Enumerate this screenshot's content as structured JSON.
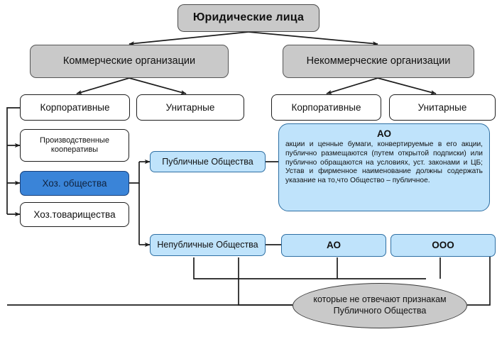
{
  "diagram": {
    "title": "Юридические лица",
    "colors": {
      "gray_fill": "#c9c9c9",
      "light_blue_fill": "#bfe3fb",
      "mid_blue_fill": "#3a84d8",
      "white_fill": "#ffffff",
      "line": "#1d1d1d"
    },
    "root": "Юридические лица",
    "level2": {
      "commercial": "Коммерческие организации",
      "noncommercial": "Некоммерческие  организации"
    },
    "level3": {
      "commercial_corporate": "Корпоративные",
      "commercial_unitary": "Унитарные",
      "noncommercial_corporate": "Корпоративные",
      "noncommercial_unitary": "Унитарные"
    },
    "commercial_corporate_children": {
      "production_coops": "Производственные кооперативы",
      "economic_societies": "Хоз. общества",
      "economic_partnerships": "Хоз.товарищества"
    },
    "society_types": {
      "public": "Публичные Общества",
      "nonpublic": "Непубличные Общества"
    },
    "public_detail": {
      "heading": "АО",
      "body": "акции и ценные бумаги, конвертируемые в его акции, публично размещаются (путем открытой подписки) или публично обращаются на условиях, уст. законами и ЦБ; Устав и фирменное наименование должны содержать указание на то,что Общество – публичное."
    },
    "nonpublic_forms": {
      "ao": "АО",
      "ooo": "ООО"
    },
    "nonpublic_note": "которые не отвечают признакам Публичного Общества"
  }
}
